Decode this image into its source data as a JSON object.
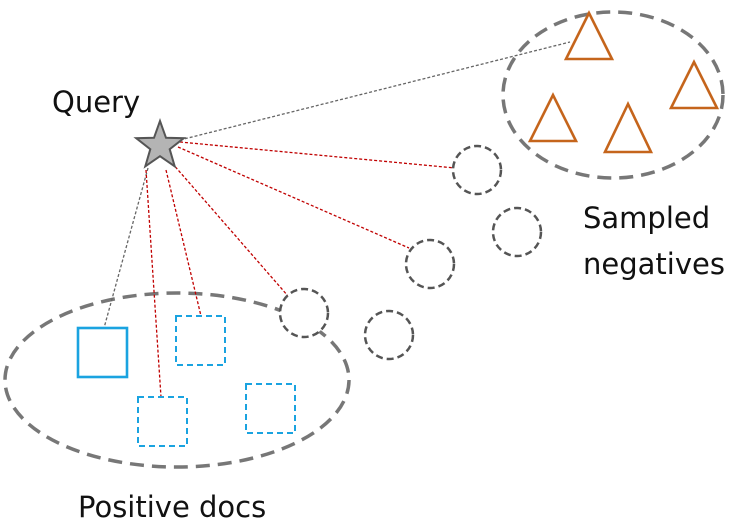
{
  "labels": {
    "query": "Query",
    "negatives_line1": "Sampled",
    "negatives_line2": "negatives",
    "positives": "Positive docs"
  },
  "colors": {
    "star_fill": "#b4b4b4",
    "star_stroke": "#555555",
    "group_ellipse": "#777777",
    "negative_triangle": "#c5651c",
    "positive_square": "#1aa3e0",
    "candidate_circle": "#555555",
    "red_link": "#c00000",
    "gray_link": "#666666"
  },
  "icons": {
    "query": "star-icon",
    "negative": "triangle-icon",
    "positive": "square-icon",
    "candidate": "dashed-circle-icon"
  }
}
